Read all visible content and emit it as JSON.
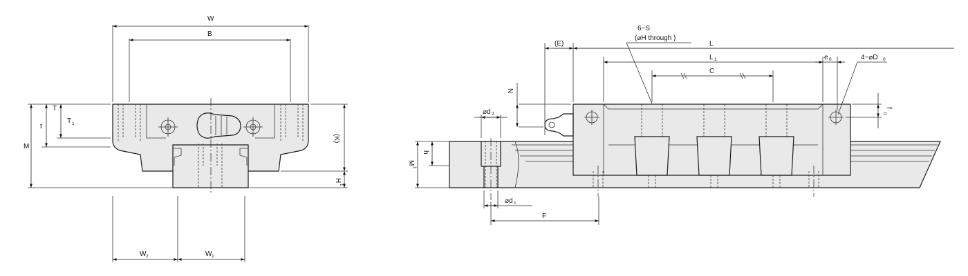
{
  "front_view": {
    "labels": {
      "W": "W",
      "B": "B",
      "M": "M",
      "t": "t",
      "T": "T",
      "T1": "T",
      "T1_sub": "1",
      "K": "(K)",
      "H1": "H",
      "H1_sub": "1",
      "W2": "W",
      "W2_sub": "2",
      "W1": "W",
      "W1_sub": "1"
    }
  },
  "side_view": {
    "labels": {
      "holes": "6−S",
      "holes_note": "(⌀H through )",
      "L": "L",
      "L1": "L",
      "L1_sub": "1",
      "C": "C",
      "E": "(E)",
      "N": "N",
      "e0": "e",
      "e0_sub": "0",
      "D0": "4−⌀D",
      "D0_sub": "0",
      "f0": "f",
      "f0_sub": "0",
      "M1": "M",
      "M1_sub": "1",
      "h": "h",
      "d2": "⌀d",
      "d2_sub": "2",
      "d1": "⌀d",
      "d1_sub": "1",
      "F": "F"
    }
  }
}
